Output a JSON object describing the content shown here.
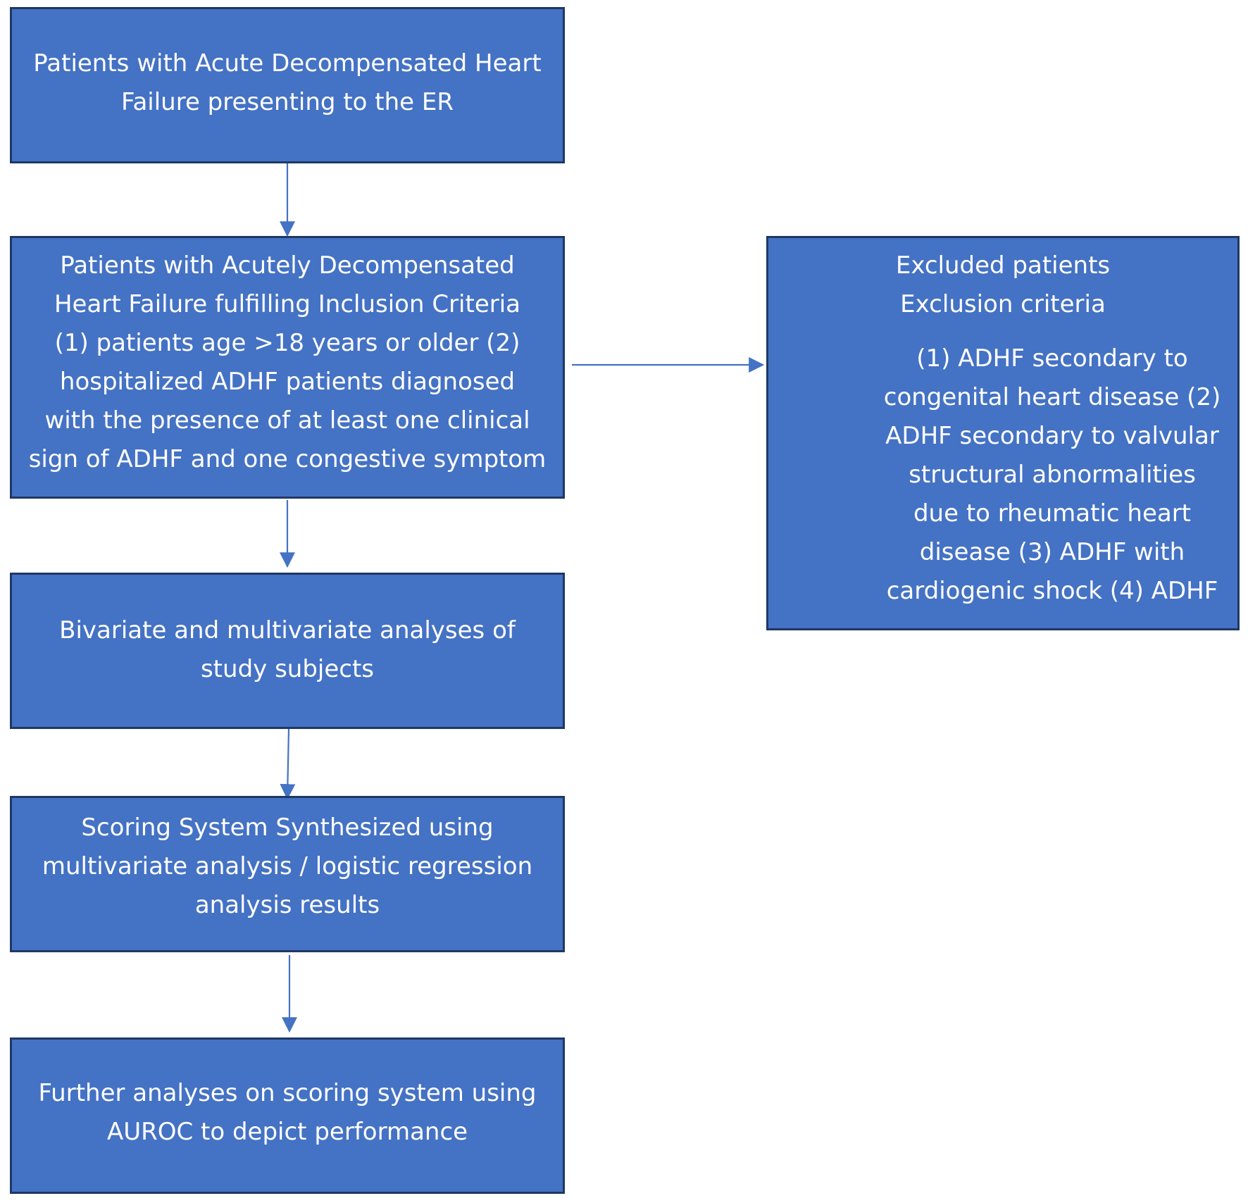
{
  "colors": {
    "box_fill": "#4472c4",
    "box_border": "#1f3864",
    "arrow": "#4472c4",
    "text": "#ffffff"
  },
  "boxes": {
    "er_patients": {
      "lines": [
        "Patients with Acute Decompensated Heart",
        "Failure presenting to the ER"
      ]
    },
    "inclusion": {
      "lines": [
        "Patients with Acutely Decompensated",
        "Heart Failure fulfilling Inclusion Criteria",
        "(1) patients age >18 years or older (2)",
        "hospitalized ADHF patients diagnosed",
        "with the presence of at least one clinical",
        "sign of ADHF and one congestive symptom"
      ]
    },
    "analyses": {
      "lines": [
        "Bivariate and multivariate analyses of",
        "study subjects"
      ]
    },
    "scoring": {
      "lines": [
        "Scoring System Synthesized using",
        "multivariate analysis / logistic regression",
        "analysis results"
      ]
    },
    "auroc": {
      "lines": [
        "Further analyses on scoring system using",
        "AUROC to depict performance"
      ]
    },
    "excluded": {
      "title": "Excluded patients",
      "subtitle": "Exclusion criteria",
      "lines": [
        "(1)  ADHF secondary to",
        "congenital heart disease (2)",
        "ADHF secondary to valvular",
        "structural abnormalities",
        "due to rheumatic heart",
        "disease (3) ADHF with",
        "cardiogenic shock (4) ADHF"
      ]
    }
  }
}
